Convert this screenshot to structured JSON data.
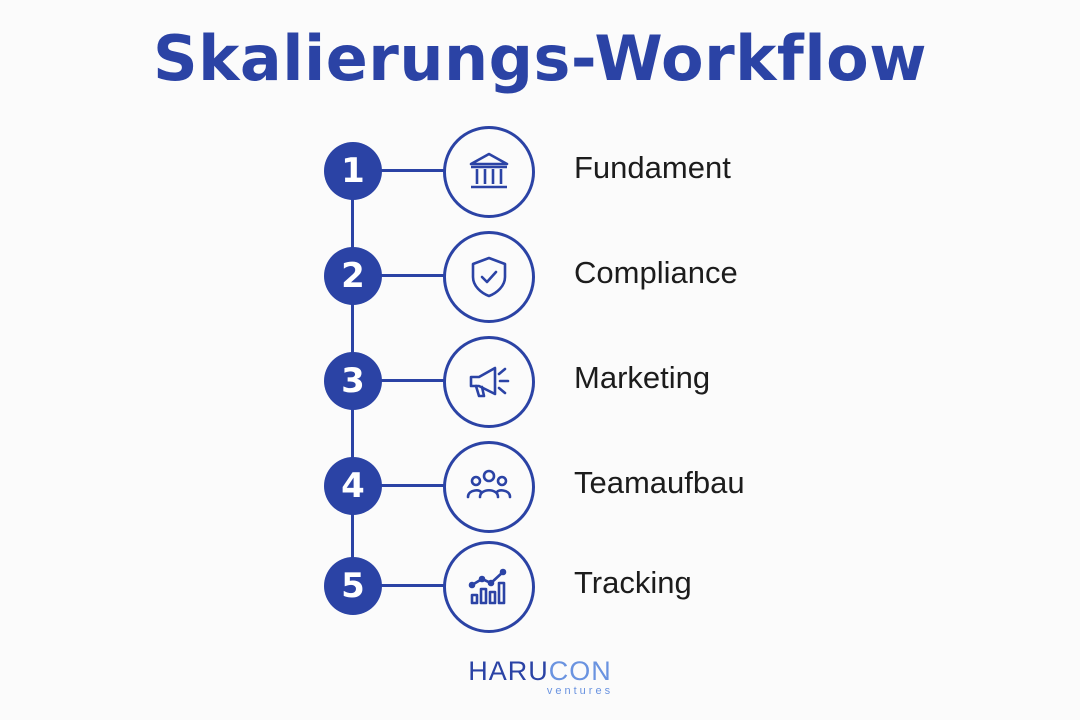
{
  "title": "Skalierungs-Workflow",
  "steps": [
    {
      "number": "1",
      "label": "Fundament",
      "icon": "bank-icon"
    },
    {
      "number": "2",
      "label": "Compliance",
      "icon": "shield-check-icon"
    },
    {
      "number": "3",
      "label": "Marketing",
      "icon": "megaphone-icon"
    },
    {
      "number": "4",
      "label": "Teamaufbau",
      "icon": "team-icon"
    },
    {
      "number": "5",
      "label": "Tracking",
      "icon": "chart-growth-icon"
    }
  ],
  "logo": {
    "main_a": "HARU",
    "main_b": "CON",
    "sub": "ventures"
  },
  "colors": {
    "accent": "#2b43a5",
    "logo_light": "#6a93e0",
    "text": "#1c1c1c"
  }
}
